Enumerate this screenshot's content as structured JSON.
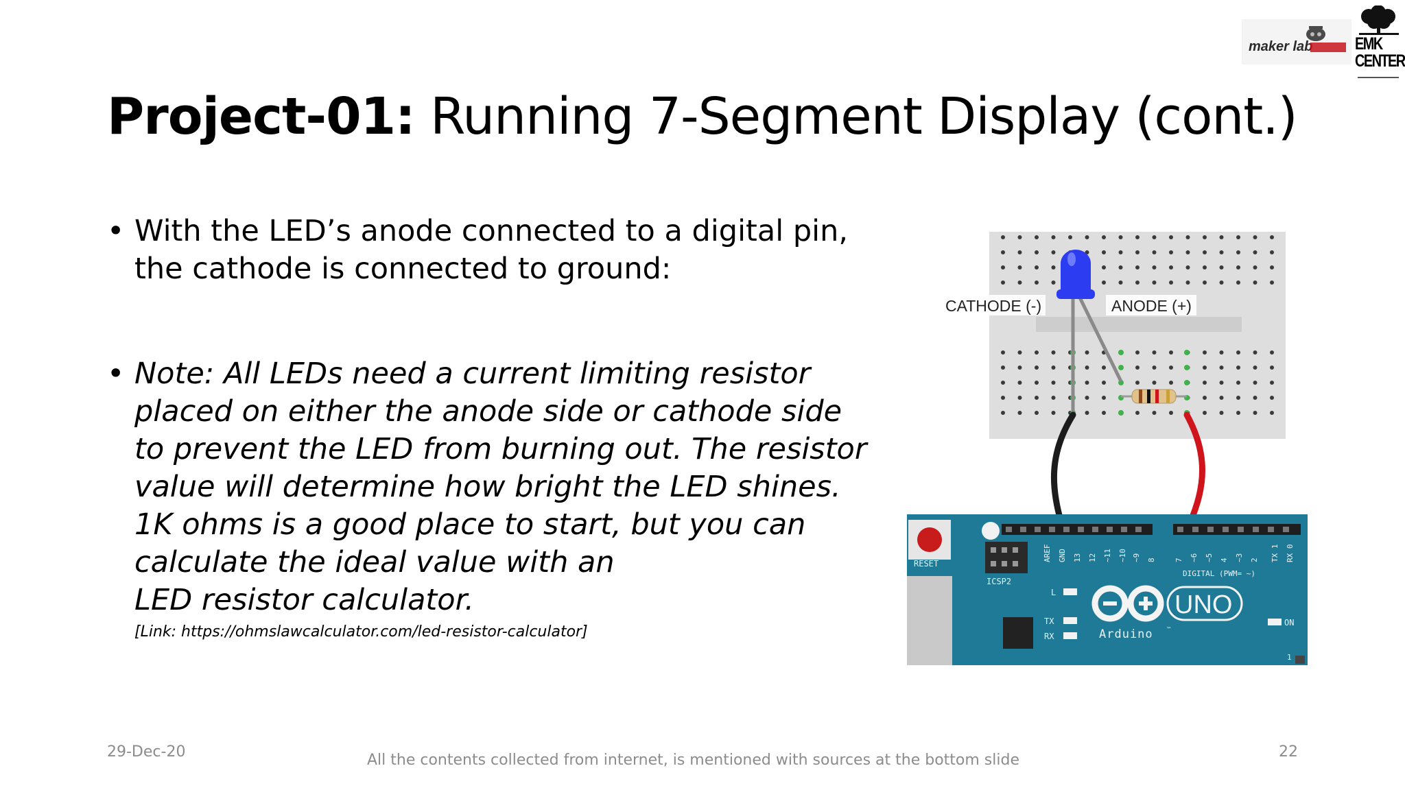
{
  "logos": {
    "maker_lab": "maker lab",
    "emk_line1": "EMK",
    "emk_line2": "CENTER"
  },
  "title": {
    "bold": "Project-01:",
    "rest": " Running 7-Segment Display (cont.)"
  },
  "bullets": {
    "marker": "•",
    "b1_line1": "With the LED’s anode connected to a digital pin,",
    "b1_line2": "the cathode is connected to ground:",
    "b2_lines": [
      "Note: All LEDs need a current limiting resistor",
      "placed on either the anode side or cathode side",
      "to prevent the LED from burning out. The resistor",
      "value will determine how bright the LED shines.",
      "1K ohms is a good place to start, but you can",
      "calculate the ideal value with an",
      "LED resistor calculator."
    ],
    "link": "[Link: https://ohmslawcalculator.com/led-resistor-calculator]"
  },
  "diagram": {
    "cathode_label": "CATHODE (-)",
    "anode_label": "ANODE (+)",
    "reset_label": "RESET",
    "icsp_label": "ICSP2",
    "aref_label": "AREF",
    "gnd_label": "GND",
    "pin_labels": [
      "13",
      "12",
      "~11",
      "~10",
      "~9",
      "8",
      "7",
      "~6",
      "~5",
      "4",
      "~3",
      "2",
      "TX 1",
      "RX 0"
    ],
    "digital_label": "DIGITAL (PWM= ~)",
    "l_label": "L",
    "tx_label": "TX",
    "rx_label": "RX",
    "uno_label": "UNO",
    "arduino_label": "Arduino",
    "tm_label": "™",
    "on_label": "ON",
    "corner_label": "1",
    "colors": {
      "breadboard": "#dedede",
      "board": "#1f7a98",
      "led": "#2c3cf0",
      "wire_red": "#d0141c",
      "wire_black": "#1c1c1c",
      "wire_grey": "#8a8a8a",
      "hole": "#3a3a3a",
      "green_dot": "#3fb34a"
    }
  },
  "footer": {
    "date": "29-Dec-20",
    "note": "All the contents collected from internet, is mentioned with sources at the bottom slide",
    "page": "22"
  }
}
